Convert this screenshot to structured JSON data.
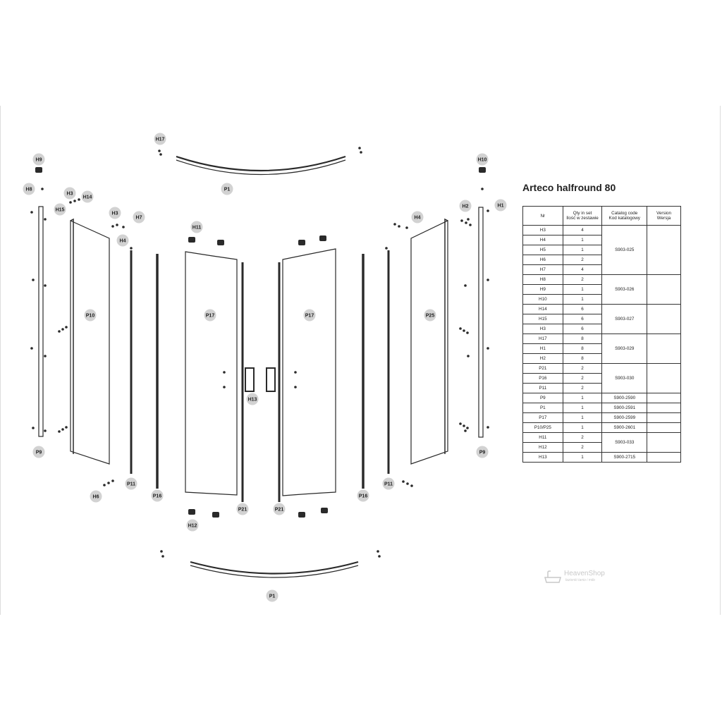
{
  "title": "Arteco halfround 80",
  "table": {
    "headers": [
      "Nr",
      "Qty in set\nIlość w zestawie",
      "Catalog code\nKod katalogowy",
      "Version\nWersja"
    ],
    "groups": [
      {
        "code": "S903-025",
        "rows": [
          [
            "H3",
            "4"
          ],
          [
            "H4",
            "1"
          ],
          [
            "H5",
            "1"
          ],
          [
            "H6",
            "2"
          ],
          [
            "H7",
            "4"
          ]
        ]
      },
      {
        "code": "S903-026",
        "rows": [
          [
            "H8",
            "2"
          ],
          [
            "H9",
            "1"
          ],
          [
            "H10",
            "1"
          ]
        ]
      },
      {
        "code": "S903-027",
        "rows": [
          [
            "H14",
            "6"
          ],
          [
            "H15",
            "6"
          ],
          [
            "H3",
            "6"
          ]
        ]
      },
      {
        "code": "S903-029",
        "rows": [
          [
            "H17",
            "8"
          ],
          [
            "H1",
            "8"
          ],
          [
            "H2",
            "8"
          ]
        ]
      },
      {
        "code": "S903-030",
        "rows": [
          [
            "P21",
            "2"
          ],
          [
            "P16",
            "2"
          ],
          [
            "P11",
            "2"
          ]
        ]
      },
      {
        "code": "S900-2590",
        "rows": [
          [
            "P9",
            "1"
          ]
        ]
      },
      {
        "code": "S900-2591",
        "rows": [
          [
            "P1",
            "1"
          ]
        ]
      },
      {
        "code": "S900-2599",
        "rows": [
          [
            "P17",
            "1"
          ]
        ]
      },
      {
        "code": "S900-2601",
        "rows": [
          [
            "P10/P25",
            "1"
          ]
        ]
      },
      {
        "code": "S903-033",
        "rows": [
          [
            "H11",
            "2"
          ],
          [
            "H12",
            "2"
          ]
        ]
      },
      {
        "code": "S900-2715",
        "rows": [
          [
            "H13",
            "1"
          ]
        ]
      }
    ]
  },
  "labels": [
    "H17",
    "P1",
    "H9",
    "H10",
    "H8",
    "H3",
    "H14",
    "H15",
    "H3",
    "H7",
    "H4",
    "H2",
    "H1",
    "H4",
    "H11",
    "P10",
    "P17",
    "P17",
    "P25",
    "H13",
    "P9",
    "P9",
    "H6",
    "P11",
    "P16",
    "P21",
    "P21",
    "P16",
    "P11",
    "H12",
    "P1"
  ],
  "watermark": {
    "brand": "HeavenShop",
    "tagline": "łazienki tanio i miło"
  },
  "colors": {
    "line": "#2a2a2a",
    "badge": "#d2d2d2",
    "panel": "#ffffff"
  }
}
